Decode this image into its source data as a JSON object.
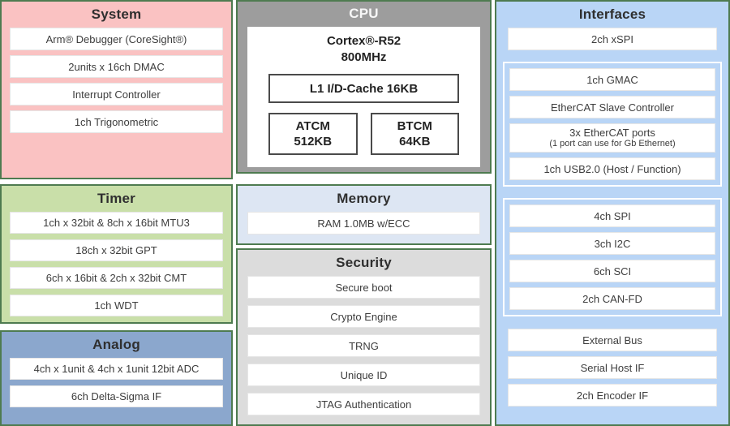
{
  "palette": {
    "border_green": "#4e7b50",
    "system_pink": "#fac2c2",
    "timer_green": "#c9dfa9",
    "analog_blue": "#8ba7cd",
    "cpu_gray": "#9d9d9d",
    "memory_pale_blue": "#dde6f3",
    "security_gray": "#dcdcdc",
    "interfaces_blue": "#b9d5f6",
    "item_box_white": "#ffffff",
    "text_dark": "#3d3d3d"
  },
  "blocks": {
    "system": {
      "title": "System",
      "items": [
        "Arm® Debugger (CoreSight®)",
        "2units x 16ch DMAC",
        "Interrupt Controller",
        "1ch Trigonometric"
      ]
    },
    "timer": {
      "title": "Timer",
      "items": [
        "1ch x 32bit & 8ch x 16bit MTU3",
        "18ch x 32bit GPT",
        "6ch x 16bit & 2ch x 32bit CMT",
        "1ch WDT"
      ]
    },
    "analog": {
      "title": "Analog",
      "items": [
        "4ch x 1unit & 4ch x 1unit 12bit ADC",
        "6ch Delta-Sigma IF"
      ]
    },
    "cpu": {
      "title": "CPU",
      "core": "Cortex®-R52",
      "freq": "800MHz",
      "cache": "L1 I/D-Cache 16KB",
      "atcm": {
        "line1": "ATCM",
        "line2": "512KB"
      },
      "btcm": {
        "line1": "BTCM",
        "line2": "64KB"
      }
    },
    "memory": {
      "title": "Memory",
      "items": [
        "RAM 1.0MB w/ECC"
      ]
    },
    "security": {
      "title": "Security",
      "items": [
        "Secure boot",
        "Crypto Engine",
        "TRNG",
        "Unique ID",
        "JTAG Authentication"
      ]
    },
    "interfaces": {
      "title": "Interfaces",
      "top_item": "2ch xSPI",
      "ethercat_group": [
        {
          "label": "1ch GMAC"
        },
        {
          "label": "EtherCAT Slave Controller"
        },
        {
          "label": "3x EtherCAT ports",
          "sub": "(1 port can use for Gb Ethernet)"
        },
        {
          "label": "1ch USB2.0 (Host / Function)"
        }
      ],
      "serial_group": [
        "4ch SPI",
        "3ch I2C",
        "6ch SCI",
        "2ch CAN-FD"
      ],
      "bottom_items": [
        "External Bus",
        "Serial Host IF",
        "2ch Encoder IF"
      ]
    }
  }
}
